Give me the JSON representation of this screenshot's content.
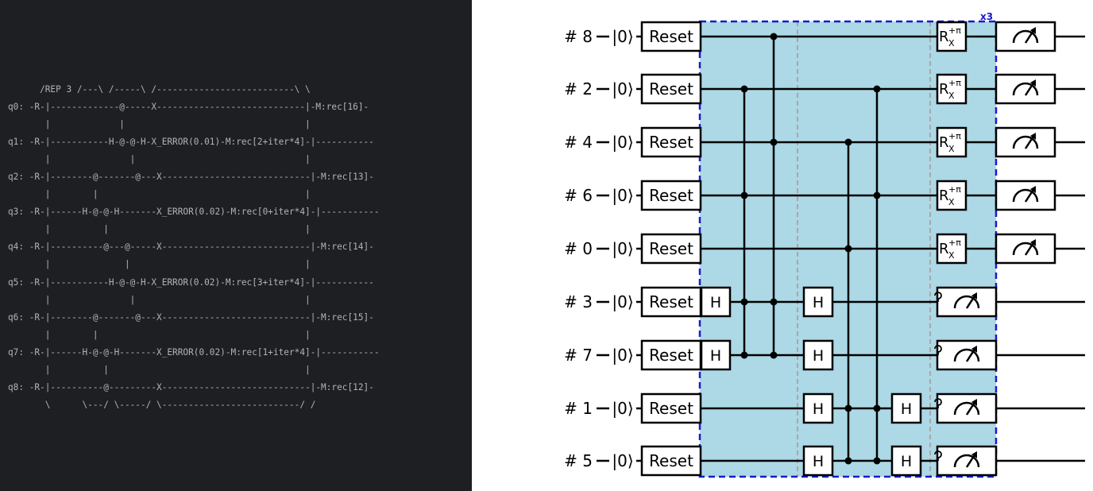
{
  "ascii_circuit": {
    "lines": [
      "      /REP 3 /---\\ /-----\\ /--------------------------\\ \\",
      "q0: -R-|-------------@-----X----------------------------|-M:rec[16]-",
      "       |             |                                  |",
      "q1: -R-|-----------H-@-@-H-X_ERROR(0.01)-M:rec[2+iter*4]-|-----------",
      "       |               |                                |",
      "q2: -R-|--------@-------@---X----------------------------|-M:rec[13]-",
      "       |        |                                       |",
      "q3: -R-|------H-@-@-H-------X_ERROR(0.02)-M:rec[0+iter*4]-|-----------",
      "       |          |                                     |",
      "q4: -R-|----------@---@-----X----------------------------|-M:rec[14]-",
      "       |              |                                 |",
      "q5: -R-|-----------H-@-@-H-X_ERROR(0.02)-M:rec[3+iter*4]-|-----------",
      "       |               |                                |",
      "q6: -R-|--------@-------@---X----------------------------|-M:rec[15]-",
      "       |        |                                       |",
      "q7: -R-|------H-@-@-H-------X_ERROR(0.02)-M:rec[1+iter*4]-|-----------",
      "       |          |                                     |",
      "q8: -R-|----------@---------X----------------------------|-M:rec[12]-",
      "       \\      \\---/ \\-----/ \\--------------------------/ /"
    ]
  },
  "circuit": {
    "repeat_label": "x3",
    "ket_label": "|0⟩",
    "reset_label": "Reset",
    "hadamard_label": "H",
    "rx_base": "R",
    "rx_sub": "X",
    "rx_sup": "+π",
    "colors": {
      "repeat_fill": "#add8e6",
      "repeat_border": "#1a1acc",
      "divider": "#a8a8a8",
      "wire": "#000000"
    },
    "wires": [
      {
        "label": "# 8"
      },
      {
        "label": "# 2"
      },
      {
        "label": "# 4"
      },
      {
        "label": "# 6"
      },
      {
        "label": "# 0"
      },
      {
        "label": "# 3"
      },
      {
        "label": "# 7"
      },
      {
        "label": "# 1"
      },
      {
        "label": "# 5"
      }
    ]
  }
}
